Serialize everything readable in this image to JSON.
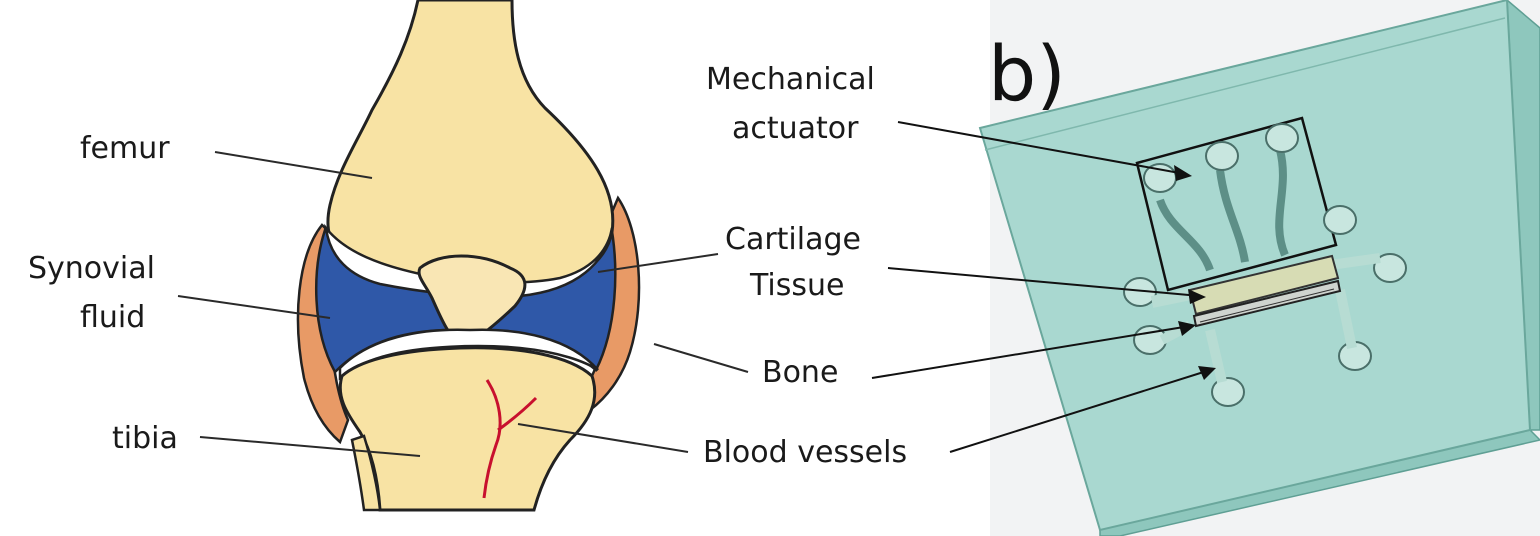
{
  "knee": {
    "labels": {
      "femur": "femur",
      "synovial_line1": "Synovial",
      "synovial_line2": "fluid",
      "tibia": "tibia",
      "cartilage_line1": "Cartilage",
      "cartilage_line2": "Tissue",
      "bone": "Bone",
      "blood_vessels": "Blood vessels"
    },
    "colors": {
      "bone": "#f8e3a4",
      "bone_shadow": "#efd084",
      "cartilage": "#ffffff",
      "synovial_fluid": "#2f58a8",
      "capsule": "#e89a66",
      "vessel": "#c8102e",
      "outline": "#222222"
    }
  },
  "chip": {
    "panel_letter": "b)",
    "labels": {
      "actuator_line1": "Mechanical",
      "actuator_line2": "actuator"
    },
    "colors": {
      "block": "#a9d8d0",
      "block_edge": "#7fb8ad",
      "channel": "#cfe7df",
      "tissue": "#d7dcb4"
    }
  }
}
